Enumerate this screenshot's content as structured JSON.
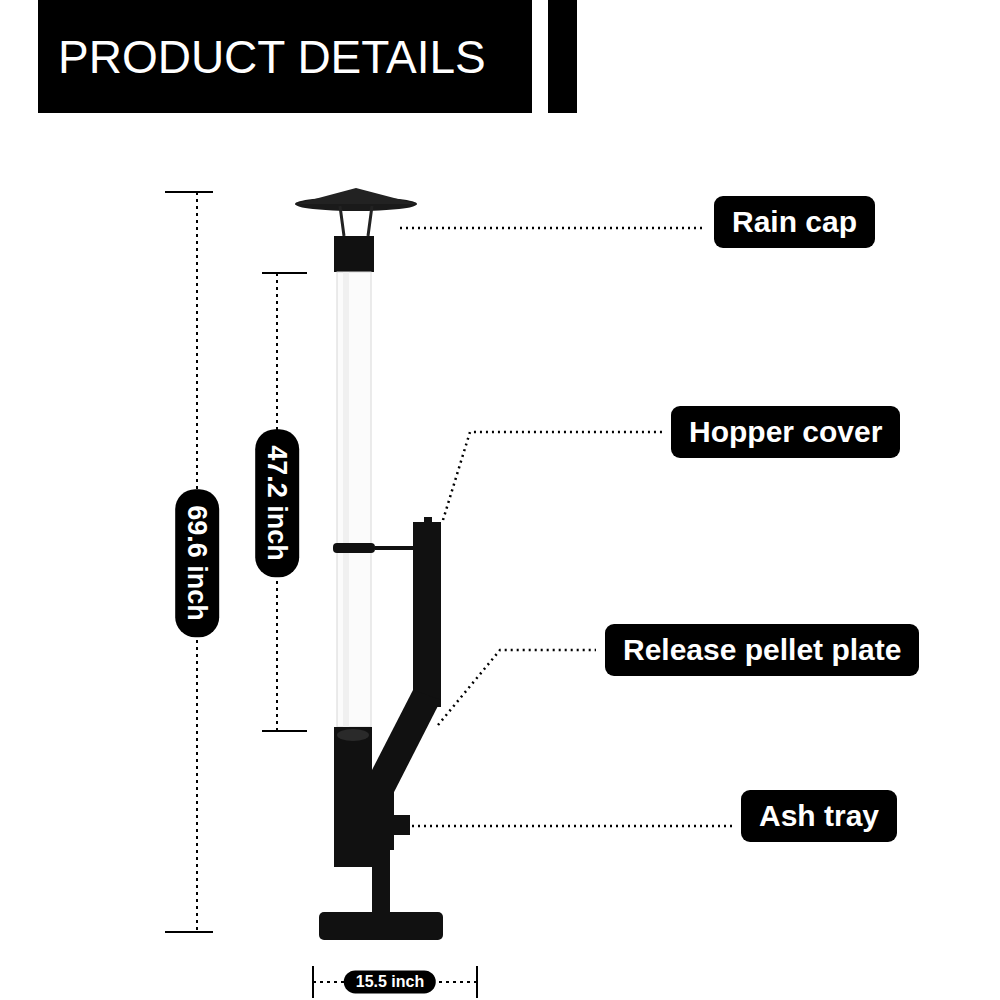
{
  "diagram": {
    "title": "PRODUCT DETAILS",
    "nodes": [
      {
        "text": [
          "Rain cap"
        ]
      },
      {
        "text": [
          "Hopper cover"
        ]
      },
      {
        "text": [
          "Release pellet plate"
        ]
      },
      {
        "text": [
          "Ash tray"
        ]
      }
    ],
    "labels": [
      "69.6 inch",
      "47.2 inch",
      "15.5 inch"
    ]
  }
}
